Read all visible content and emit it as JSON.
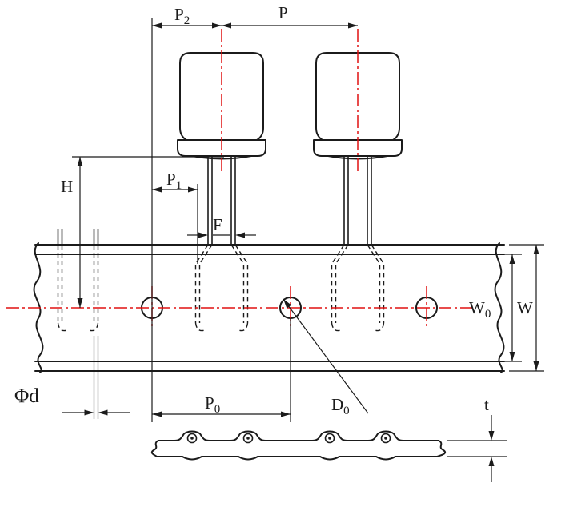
{
  "colors": {
    "line": "#1b1b1b",
    "centerline": "#e01010"
  },
  "labels": {
    "p2": {
      "base": "P",
      "sub": "2"
    },
    "p": {
      "base": "P",
      "sub": ""
    },
    "p1": {
      "base": "P",
      "sub": "1"
    },
    "f": {
      "base": "F",
      "sub": ""
    },
    "h": {
      "base": "H",
      "sub": ""
    },
    "w0": {
      "base": "W",
      "sub": "0"
    },
    "w": {
      "base": "W",
      "sub": ""
    },
    "phi_d": {
      "base": "Φd",
      "sub": ""
    },
    "p0": {
      "base": "P",
      "sub": "0"
    },
    "d0": {
      "base": "D",
      "sub": "0"
    },
    "t": {
      "base": "t",
      "sub": ""
    }
  }
}
